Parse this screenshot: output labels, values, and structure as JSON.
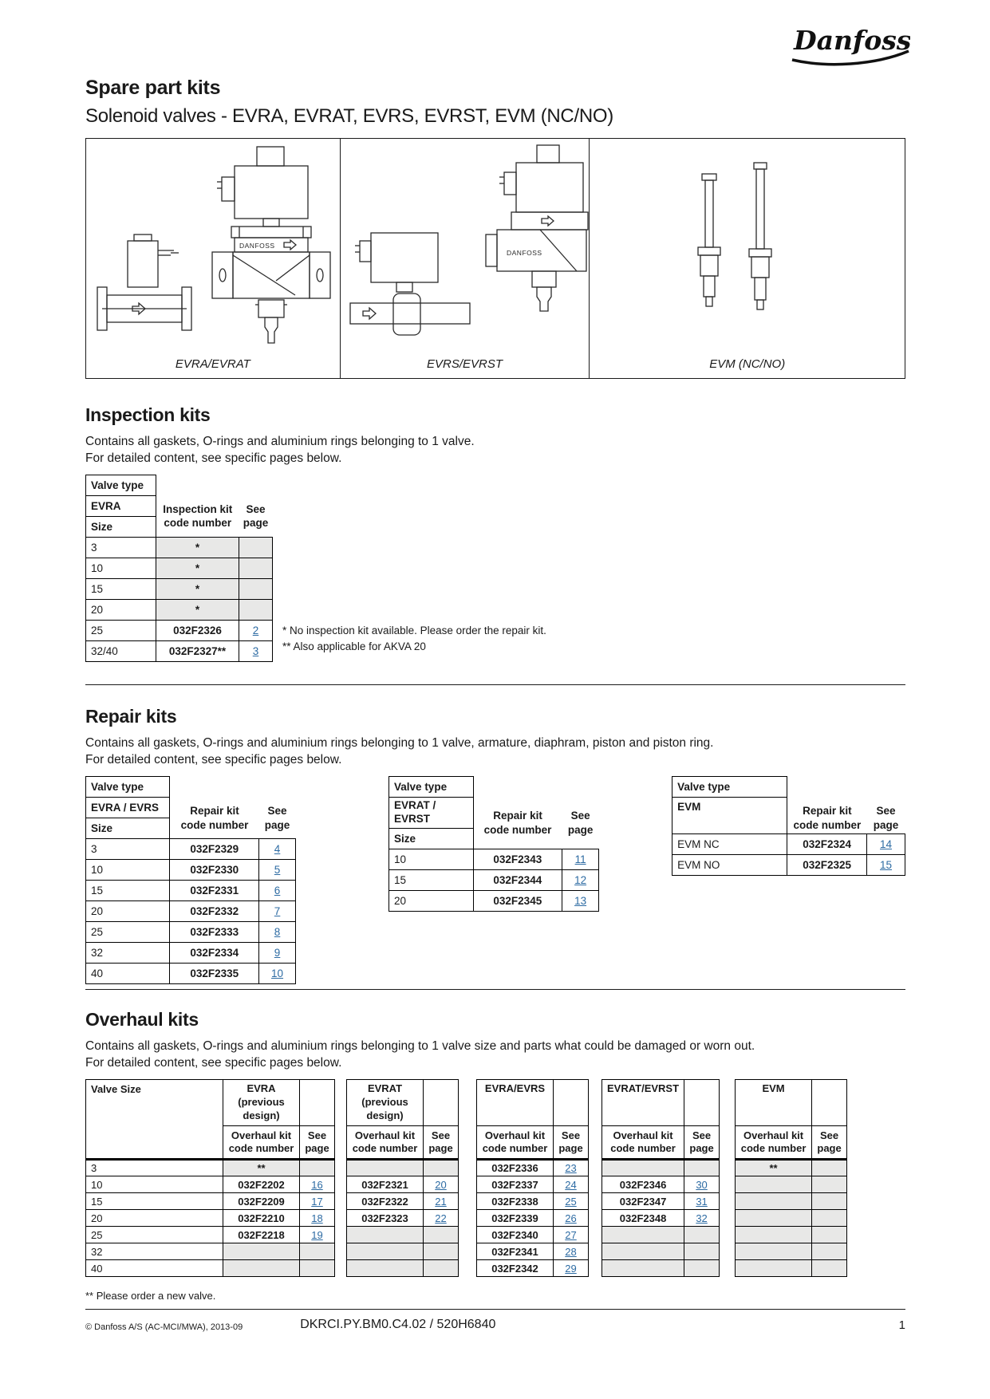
{
  "colors": {
    "text": "#1a1a1a",
    "table_border": "#000000",
    "shade": "#e8e8e7",
    "link": "#2d6ba3"
  },
  "brand": {
    "logo_text": "Danfoss"
  },
  "header": {
    "title": "Spare part kits",
    "subtitle": "Solenoid valves - EVRA, EVRAT, EVRS, EVRST, EVM (NC/NO)"
  },
  "figure": {
    "brand_label": "DANFOSS",
    "panels": [
      {
        "label": "EVRA/EVRAT"
      },
      {
        "label": "EVRS/EVRST"
      },
      {
        "label": "EVM (NC/NO)"
      }
    ]
  },
  "inspection": {
    "heading": "Inspection kits",
    "desc_line1": "Contains all gaskets, O-rings and aluminium rings belonging to 1 valve.",
    "desc_line2": "For detailed content, see specific pages below.",
    "table": {
      "h_valve_type": "Valve type",
      "h_family": "EVRA",
      "h_size": "Size",
      "h_kit_l1": "Inspection kit",
      "h_kit_l2": "code number",
      "h_page_l1": "See",
      "h_page_l2": "page",
      "rows": [
        {
          "size": "3",
          "code": "*",
          "page": "",
          "shaded": true
        },
        {
          "size": "10",
          "code": "*",
          "page": "",
          "shaded": true
        },
        {
          "size": "15",
          "code": "*",
          "page": "",
          "shaded": true
        },
        {
          "size": "20",
          "code": "*",
          "page": "",
          "shaded": true
        },
        {
          "size": "25",
          "code": "032F2326",
          "page": "2"
        },
        {
          "size": "32/40",
          "code": "032F2327**",
          "page": "3"
        }
      ]
    },
    "footnote_line1": "* No inspection kit available. Please order the repair kit.",
    "footnote_line2": "** Also applicable for AKVA 20"
  },
  "repair": {
    "heading": "Repair kits",
    "desc_line1": "Contains all gaskets, O-rings and aluminium rings belonging to 1 valve, armature, diaphram, piston and piston ring.",
    "desc_line2": "For detailed content, see specific pages below.",
    "h_valve_type": "Valve type",
    "kit_header_l1": "Repair kit",
    "kit_header_l2": "code number",
    "page_header_l1": "See",
    "page_header_l2": "page",
    "table_evra_evrs": {
      "family": "EVRA / EVRS",
      "h_size": "Size",
      "rows": [
        {
          "size": "3",
          "code": "032F2329",
          "page": "4"
        },
        {
          "size": "10",
          "code": "032F2330",
          "page": "5"
        },
        {
          "size": "15",
          "code": "032F2331",
          "page": "6"
        },
        {
          "size": "20",
          "code": "032F2332",
          "page": "7"
        },
        {
          "size": "25",
          "code": "032F2333",
          "page": "8"
        },
        {
          "size": "32",
          "code": "032F2334",
          "page": "9"
        },
        {
          "size": "40",
          "code": "032F2335",
          "page": "10"
        }
      ]
    },
    "table_evrat_evrst": {
      "family_l1": "EVRAT /",
      "family_l2": "EVRST",
      "h_size": "Size",
      "rows": [
        {
          "size": "10",
          "code": "032F2343",
          "page": "11"
        },
        {
          "size": "15",
          "code": "032F2344",
          "page": "12"
        },
        {
          "size": "20",
          "code": "032F2345",
          "page": "13"
        }
      ]
    },
    "table_evm": {
      "family": "EVM",
      "rows": [
        {
          "valve": "EVM NC",
          "code": "032F2324",
          "page": "14"
        },
        {
          "valve": "EVM NO",
          "code": "032F2325",
          "page": "15"
        }
      ]
    }
  },
  "overhaul": {
    "heading": "Overhaul kits",
    "desc_line1": "Contains all gaskets, O-rings and aluminium rings belonging to 1 valve size and parts what could be damaged or worn out.",
    "desc_line2": "For detailed content, see specific pages below.",
    "h_valve_size": "Valve Size",
    "kit_header_l1": "Overhaul kit",
    "kit_header_l2": "code number",
    "page_header_l1": "See",
    "page_header_l2": "page",
    "groups": [
      {
        "label_l1": "EVRA",
        "label_l2": "(previous",
        "label_l3": "design)",
        "rows": [
          {
            "size": "3",
            "code": "**",
            "page": "",
            "shaded": true
          },
          {
            "size": "10",
            "code": "032F2202",
            "page": "16"
          },
          {
            "size": "15",
            "code": "032F2209",
            "page": "17"
          },
          {
            "size": "20",
            "code": "032F2210",
            "page": "18"
          },
          {
            "size": "25",
            "code": "032F2218",
            "page": "19"
          },
          {
            "size": "32",
            "code": "",
            "page": "",
            "shaded": true
          },
          {
            "size": "40",
            "code": "",
            "page": "",
            "shaded": true
          }
        ]
      },
      {
        "label_l1": "EVRAT",
        "label_l2": "(previous",
        "label_l3": "design)",
        "rows": [
          {
            "code": "",
            "page": "",
            "shaded": true
          },
          {
            "code": "032F2321",
            "page": "20"
          },
          {
            "code": "032F2322",
            "page": "21"
          },
          {
            "code": "032F2323",
            "page": "22"
          },
          {
            "code": "",
            "page": "",
            "shaded": true
          },
          {
            "code": "",
            "page": "",
            "shaded": true
          },
          {
            "code": "",
            "page": "",
            "shaded": true
          }
        ]
      },
      {
        "label": "EVRA/EVRS",
        "rows": [
          {
            "code": "032F2336",
            "page": "23"
          },
          {
            "code": "032F2337",
            "page": "24"
          },
          {
            "code": "032F2338",
            "page": "25"
          },
          {
            "code": "032F2339",
            "page": "26"
          },
          {
            "code": "032F2340",
            "page": "27"
          },
          {
            "code": "032F2341",
            "page": "28"
          },
          {
            "code": "032F2342",
            "page": "29"
          }
        ]
      },
      {
        "label": "EVRAT/EVRST",
        "rows": [
          {
            "code": "",
            "page": "",
            "shaded": true
          },
          {
            "code": "032F2346",
            "page": "30"
          },
          {
            "code": "032F2347",
            "page": "31"
          },
          {
            "code": "032F2348",
            "page": "32"
          },
          {
            "code": "",
            "page": "",
            "shaded": true
          },
          {
            "code": "",
            "page": "",
            "shaded": true
          },
          {
            "code": "",
            "page": "",
            "shaded": true
          }
        ]
      },
      {
        "label": "EVM",
        "rows": [
          {
            "code": "**",
            "page": "",
            "shaded": true
          },
          {
            "code": "",
            "page": "",
            "shaded": true
          },
          {
            "code": "",
            "page": "",
            "shaded": true
          },
          {
            "code": "",
            "page": "",
            "shaded": true
          },
          {
            "code": "",
            "page": "",
            "shaded": true
          },
          {
            "code": "",
            "page": "",
            "shaded": true
          },
          {
            "code": "",
            "page": "",
            "shaded": true
          }
        ]
      }
    ],
    "footnote": "** Please order a new valve."
  },
  "footer": {
    "copyright": "© Danfoss A/S (AC-MCI/MWA), 2013-09",
    "doc_number": "DKRCI.PY.BM0.C4.02 / 520H6840",
    "page_number": "1"
  }
}
